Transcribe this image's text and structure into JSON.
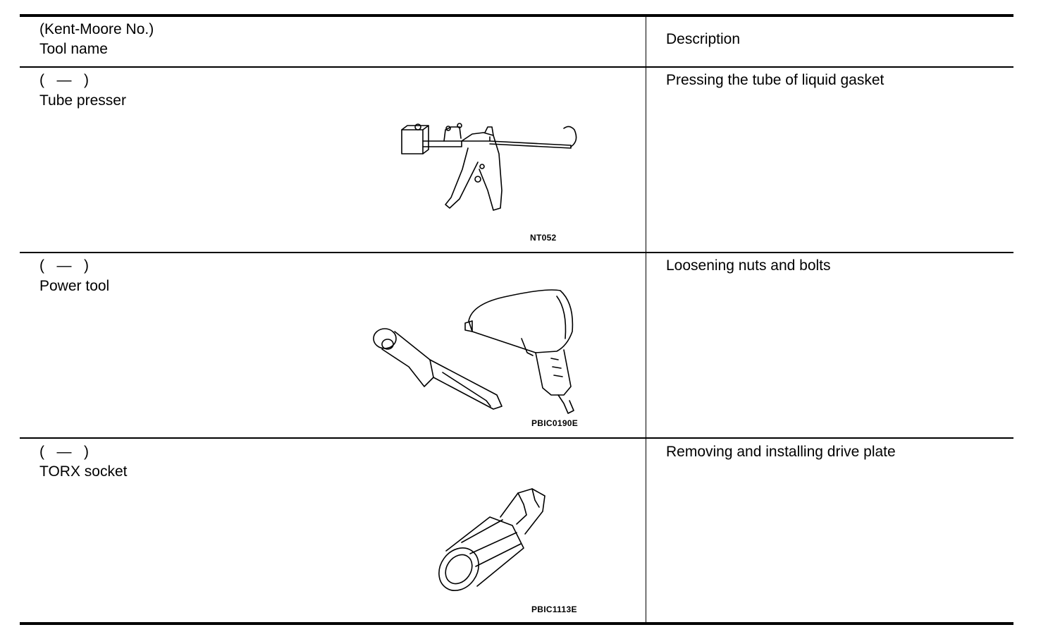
{
  "header": {
    "kent_moore_label": "(Kent-Moore No.)",
    "tool_name_label": "Tool name",
    "description_label": "Description"
  },
  "rows": [
    {
      "kent_moore_no": "(   —   )",
      "tool_name": "Tube presser",
      "description": "Pressing the tube of liquid gasket",
      "image_code": "NT052",
      "icon": "tube-presser-icon"
    },
    {
      "kent_moore_no": "(   —   )",
      "tool_name": "Power tool",
      "description": "Loosening nuts and bolts",
      "image_code": "PBIC0190E",
      "icon": "power-tool-icon"
    },
    {
      "kent_moore_no": "(   —   )",
      "tool_name": "TORX socket",
      "description": "Removing and installing drive plate",
      "image_code": "PBIC1113E",
      "icon": "torx-socket-icon"
    }
  ]
}
